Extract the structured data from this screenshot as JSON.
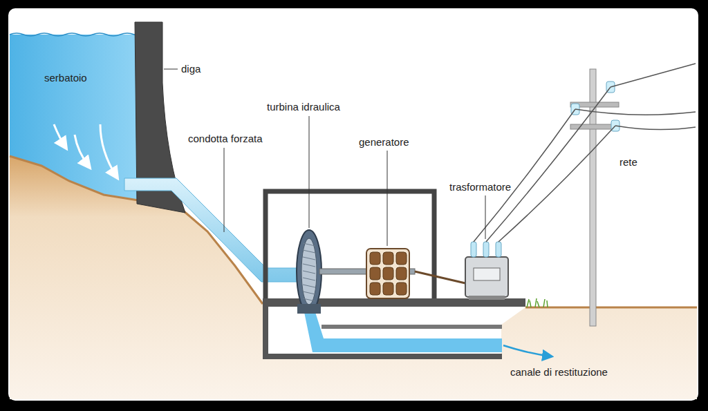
{
  "diagram": {
    "labels": [
      "serbatoio",
      "diga",
      "turbina idraulica",
      "condotta forzata",
      "generatore",
      "trasformatore",
      "rete",
      "canale di restituzione"
    ]
  }
}
